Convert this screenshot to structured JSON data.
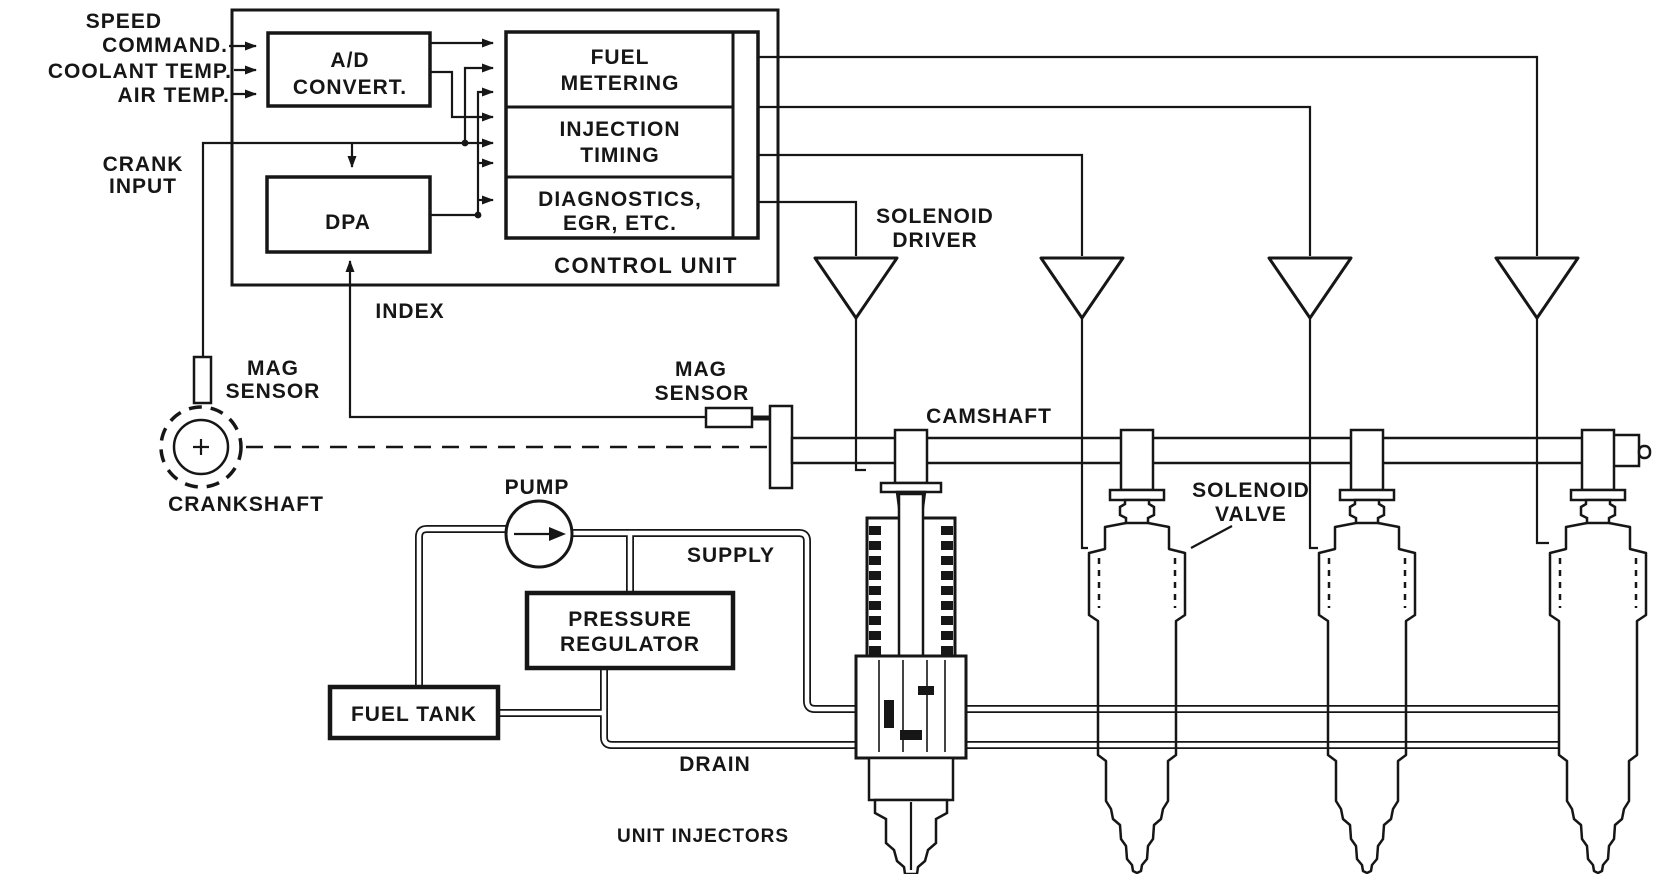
{
  "colors": {
    "ink": "#161616",
    "paper": "#ffffff"
  },
  "inputs": {
    "speed_1": "SPEED",
    "speed_2": "COMMAND.",
    "coolant": "COOLANT TEMP.",
    "air": "AIR TEMP.",
    "crank_1": "CRANK",
    "crank_2": "INPUT"
  },
  "control_unit": {
    "caption": "CONTROL UNIT",
    "ad_1": "A/D",
    "ad_2": "CONVERT.",
    "dpa": "DPA",
    "fuel_1": "FUEL",
    "fuel_2": "METERING",
    "injection_1": "INJECTION",
    "injection_2": "TIMING",
    "diag_1": "DIAGNOSTICS,",
    "diag_2": "EGR, ETC.",
    "index": "INDEX"
  },
  "drivers": {
    "label_1": "SOLENOID",
    "label_2": "DRIVER"
  },
  "shafts": {
    "crankshaft": "CRANKSHAFT",
    "camshaft": "CAMSHAFT",
    "mag_crank_1": "MAG",
    "mag_crank_2": "SENSOR",
    "mag_cam_1": "MAG",
    "mag_cam_2": "SENSOR"
  },
  "fuel_system": {
    "pump": "PUMP",
    "supply": "SUPPLY",
    "drain": "DRAIN",
    "tank": "FUEL TANK",
    "regulator_1": "PRESSURE",
    "regulator_2": "REGULATOR"
  },
  "injectors": {
    "caption": "UNIT INJECTORS",
    "valve_1": "SOLENOID",
    "valve_2": "VALVE"
  }
}
